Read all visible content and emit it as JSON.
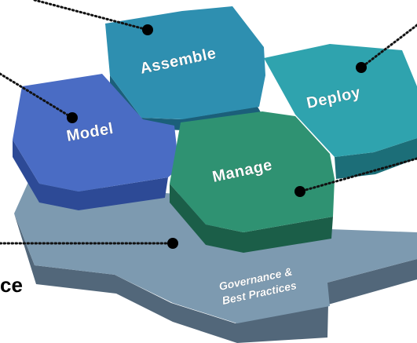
{
  "diagram": {
    "modules": {
      "assemble": {
        "label": "Assemble",
        "top_color": "#2e8fb0",
        "side_color": "#1b5f7a"
      },
      "deploy": {
        "label": "Deploy",
        "top_color": "#2fa3ae",
        "side_color": "#1c6e78"
      },
      "model": {
        "label": "Model",
        "top_color": "#4a6cc4",
        "side_color": "#2d4a96"
      },
      "manage": {
        "label": "Manage",
        "top_color": "#2f9272",
        "side_color": "#1b5e48"
      }
    },
    "base": {
      "label_line1": "Governance &",
      "label_line2": "Best Practices",
      "top_color": "#7d9ab0",
      "side_color": "#52677a"
    },
    "callout_fragment": "ce"
  }
}
